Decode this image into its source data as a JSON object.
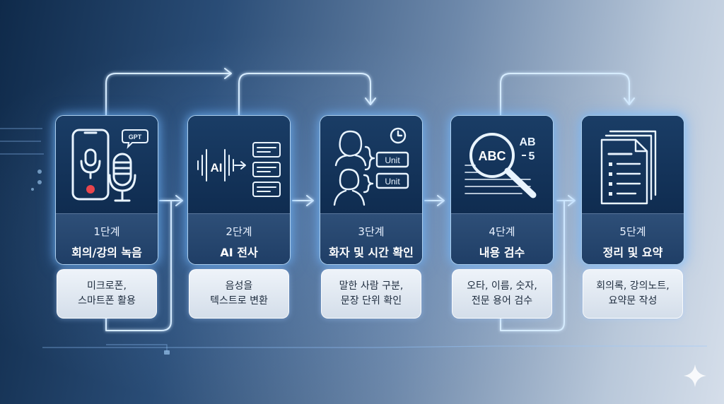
{
  "steps": [
    {
      "num": "1단계",
      "title": "회의/강의 녹음",
      "desc": [
        "미크로폰,",
        "스마트폰 활용"
      ],
      "icon": "phone-microphone-icon",
      "badge": "GPT"
    },
    {
      "num": "2단계",
      "title": "AI 전사",
      "desc": [
        "음성을",
        "텍스트로 변환"
      ],
      "icon": "ai-transcription-icon",
      "badge": "AI"
    },
    {
      "num": "3단계",
      "title": "화자 및 시간 확인",
      "desc": [
        "말한 사람 구분,",
        "문장 단위 확인"
      ],
      "icon": "speakers-clock-icon",
      "units": [
        "Unit",
        "Unit"
      ]
    },
    {
      "num": "4단계",
      "title": "내용 검수",
      "desc": [
        "오타, 이름, 숫자,",
        "전문 용어 검수"
      ],
      "icon": "magnifier-abc-icon",
      "lens": "ABC",
      "corner": [
        "AB",
        "5"
      ]
    },
    {
      "num": "5단계",
      "title": "정리 및 요약",
      "desc": [
        "회의록, 강의노트,",
        "요약문 작성"
      ],
      "icon": "documents-icon"
    }
  ],
  "colors": {
    "glow": "#8fd0ff",
    "card_dark": "#0f2c50",
    "label_band": "#2e4f78",
    "desc_box": "#e3eaf3",
    "record_red": "#e8454c"
  }
}
